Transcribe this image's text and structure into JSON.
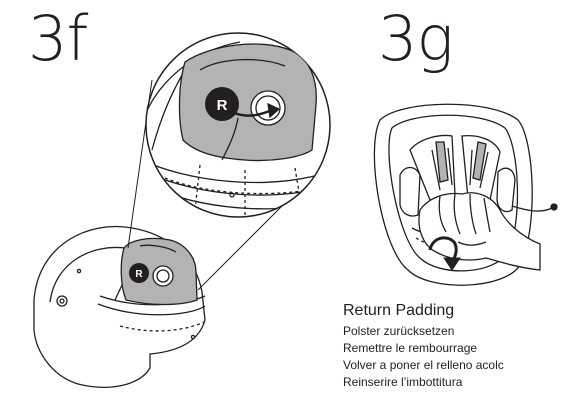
{
  "steps": {
    "left_number": "3f",
    "right_number": "3g"
  },
  "badges": {
    "zoom_badge": "R",
    "small_badge": "R"
  },
  "caption": {
    "title": "Return Padding",
    "lines": [
      "Polster zurücksetzen",
      "Remettre le rembourrage",
      "Volver a poner el relleno acolc",
      "Reinserire l’imbottitura"
    ]
  },
  "colors": {
    "ink": "#231f20",
    "shade": "#b3b3b3",
    "badge": "#231f20",
    "badge_text": "#ffffff"
  }
}
